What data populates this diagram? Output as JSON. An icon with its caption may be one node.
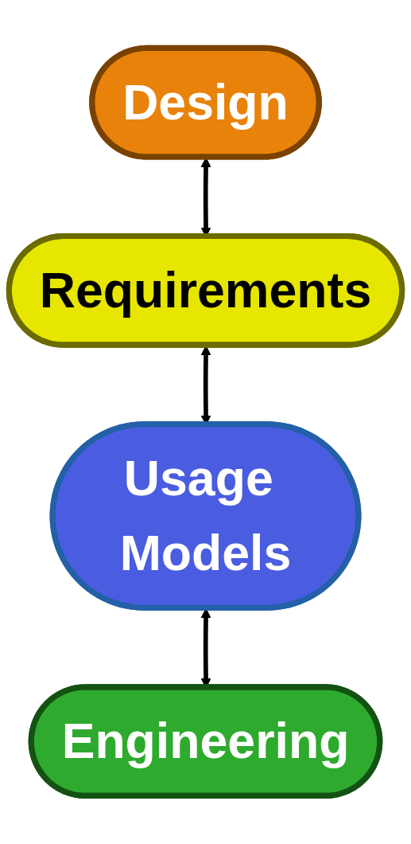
{
  "diagram": {
    "nodes": [
      {
        "text": [
          "Design"
        ]
      },
      {
        "text": [
          "Requirements"
        ]
      },
      {
        "text": [
          "Usage Models"
        ]
      },
      {
        "text": [
          "Engineering"
        ]
      }
    ],
    "edges": [
      {
        "from": 0,
        "to": 1,
        "arrow": "both"
      },
      {
        "from": 1,
        "to": 2,
        "arrow": "both"
      },
      {
        "from": 2,
        "to": 3,
        "arrow": "both"
      }
    ]
  }
}
